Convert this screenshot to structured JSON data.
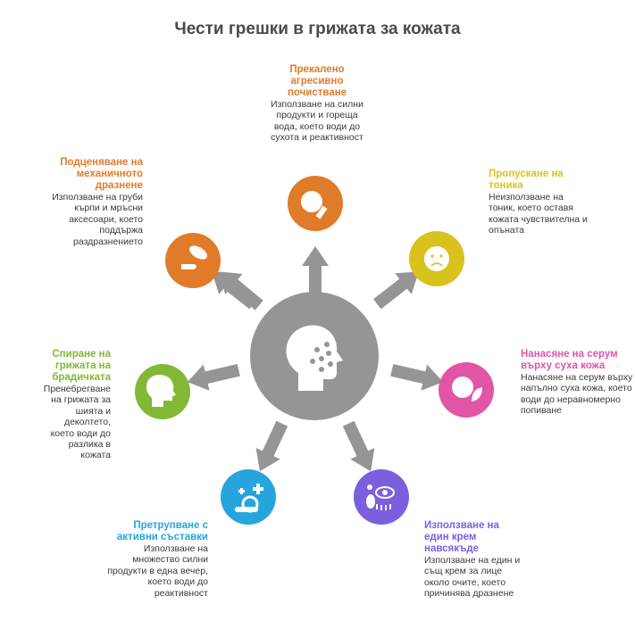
{
  "title": "Чести грешки в грижата за кожата",
  "center": {
    "icon": "head-with-acne-icon",
    "color": "#959595"
  },
  "items": [
    {
      "heading": "Прекалено агресивно почистване",
      "text": "Използване на силни продукти и гореща вода, което води до сухота и реактивност",
      "color": "#e07b2a",
      "icon": "face-with-brush-icon"
    },
    {
      "heading": "Пропускане на тоника",
      "text": "Неизползване на тоник, което оставя кожата чувствителна и опъната",
      "color": "#d9c21d",
      "icon": "uneasy-face-icon"
    },
    {
      "heading": "Нанасяне на серум върху суха кожа",
      "text": "Нанасяне на серум върху напълно суха кожа, което води до неравномерно попиване",
      "color": "#e055a6",
      "icon": "face-with-leaf-icon"
    },
    {
      "heading": "Използване на един крем навсякъде",
      "text": "Използване на един и същ крем за лице около очите, което причинява дразнене",
      "color": "#7b5fde",
      "icon": "eye-irritation-icon"
    },
    {
      "heading": "Претрупване с активни съставки",
      "text": "Използване на множество силни продукти в една вечер, което води до реактивност",
      "color": "#26a5dc",
      "icon": "snail-plus-icon"
    },
    {
      "heading": "Спиране на грижата на брадичката",
      "text": "Пренебрегване на грижата за шията и деколтето, което води до разлика в кожата",
      "color": "#82b833",
      "icon": "head-neck-icon"
    },
    {
      "heading": "Подценяване на механичното дразнене",
      "text": "Използване на груби кърпи и мръсни аксесоари, което поддържа раздразнението",
      "color": "#e07b2a",
      "icon": "hand-with-peanut-icon"
    }
  ]
}
